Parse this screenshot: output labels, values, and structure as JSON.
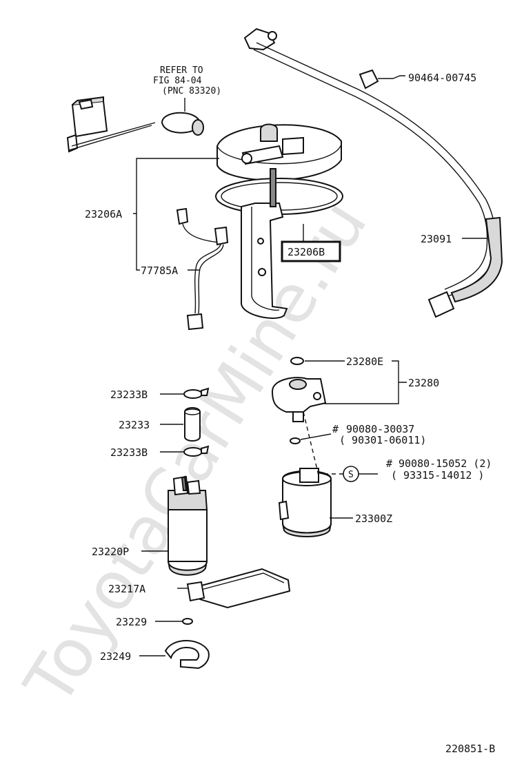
{
  "watermark": "ToyotaCarMine.ru",
  "figure_id": "220851-B",
  "refer_note": {
    "line1": "REFER TO",
    "line2": "FIG 84-04",
    "line3": "(PNC 83320)"
  },
  "highlighted_part": "23206B",
  "labels": {
    "p90464": "90464-00745",
    "p23206A": "23206A",
    "p77785A": "77785A",
    "p23091": "23091",
    "p23280E": "23280E",
    "p23280": "23280",
    "p23233B_top": "23233B",
    "p23233": "23233",
    "p23233B_bot": "23233B",
    "p90080_30037": "90080-30037",
    "p90301_06011": "( 90301-06011)",
    "p90080_15052": "90080-15052 (2)",
    "p93315_14012": "( 93315-14012 )",
    "p23300Z": "23300Z",
    "p23220P": "23220P",
    "p23217A": "23217A",
    "p23229": "23229",
    "p23249": "23249"
  },
  "symbols": {
    "hash1": "#",
    "hash2": "#",
    "s_circle": "S"
  }
}
